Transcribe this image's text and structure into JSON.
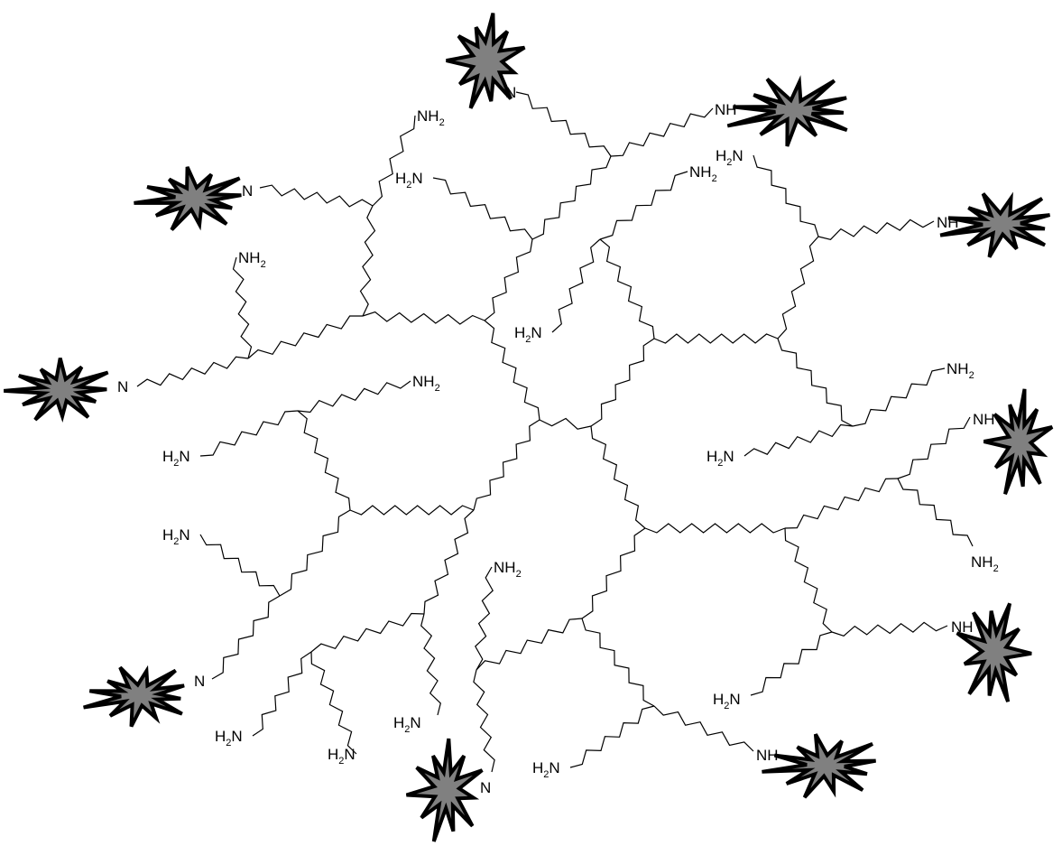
{
  "diagram": {
    "type": "dendrimer-structure",
    "label_nh2": "NH",
    "label_h2n": "H",
    "label_n": "N",
    "label_sub": "2",
    "burst_color": "#808080",
    "bond_color": "#000000"
  }
}
